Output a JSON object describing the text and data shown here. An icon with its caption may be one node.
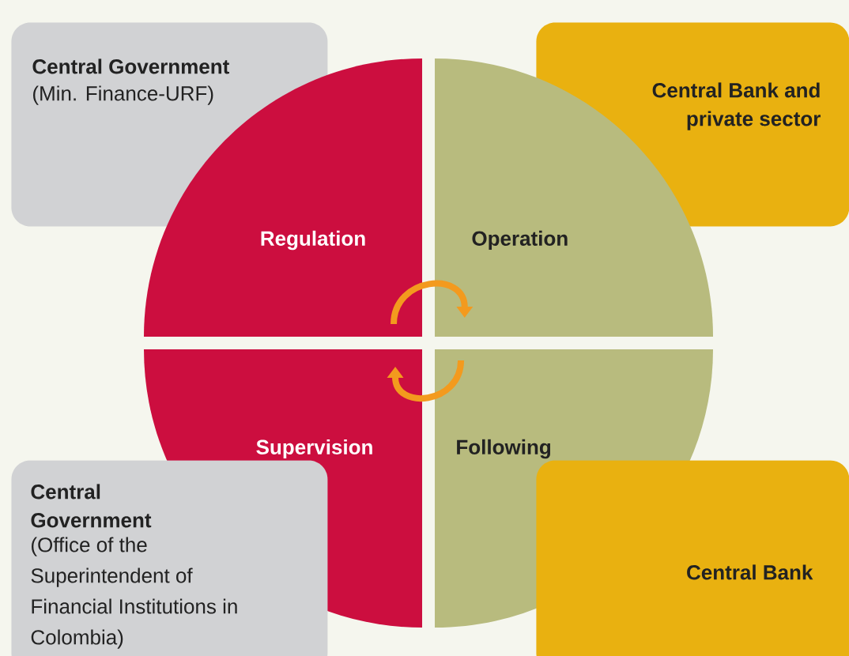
{
  "diagram": {
    "nodes": [
      {
        "text": [
          "Central Government",
          "(Min. Finance-URF)"
        ]
      },
      {
        "text": [
          "Central Bank and private sector"
        ]
      },
      {
        "text": [
          "Regulation"
        ]
      },
      {
        "text": [
          "Operation"
        ]
      },
      {
        "text": [
          "Supervision"
        ]
      },
      {
        "text": [
          "Following"
        ]
      },
      {
        "text": [
          "Central Government",
          "(Office of the Superintendent of Financial Institutions in Colombia)"
        ]
      },
      {
        "text": [
          "Central Bank"
        ]
      }
    ],
    "edges": [
      {
        "from": 2,
        "to": 3,
        "arrow": "to"
      },
      {
        "from": 5,
        "to": 4,
        "arrow": "to"
      }
    ]
  }
}
